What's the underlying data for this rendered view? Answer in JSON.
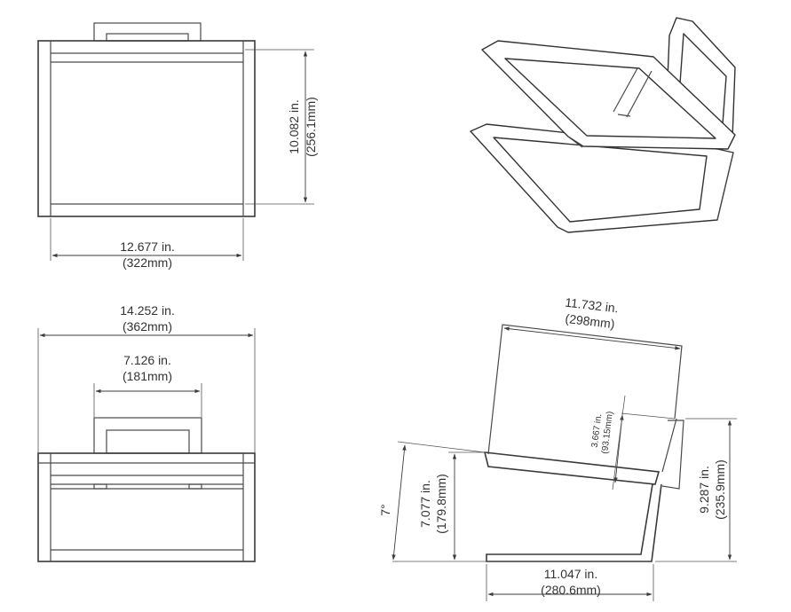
{
  "colors": {
    "line": "#3a3a3a",
    "text": "#333333",
    "background": "#ffffff"
  },
  "views": {
    "top": {
      "height_in": "10.082 in.",
      "height_mm": "(256.1mm)",
      "width_in": "12.677 in.",
      "width_mm": "(322mm)"
    },
    "front": {
      "overall_in": "14.252 in.",
      "overall_mm": "(362mm)",
      "handle_in": "7.126 in.",
      "handle_mm": "(181mm)"
    },
    "side": {
      "top_in": "11.732 in.",
      "top_mm": "(298mm)",
      "inner_in": "3.667 in.",
      "inner_mm": "(93.15mm)",
      "front_h_in": "7.077 in.",
      "front_h_mm": "(179.8mm)",
      "angle": "7°",
      "back_h_in": "9.287 in.",
      "back_h_mm": "(235.9mm)",
      "base_in": "11.047 in.",
      "base_mm": "(280.6mm)"
    }
  }
}
